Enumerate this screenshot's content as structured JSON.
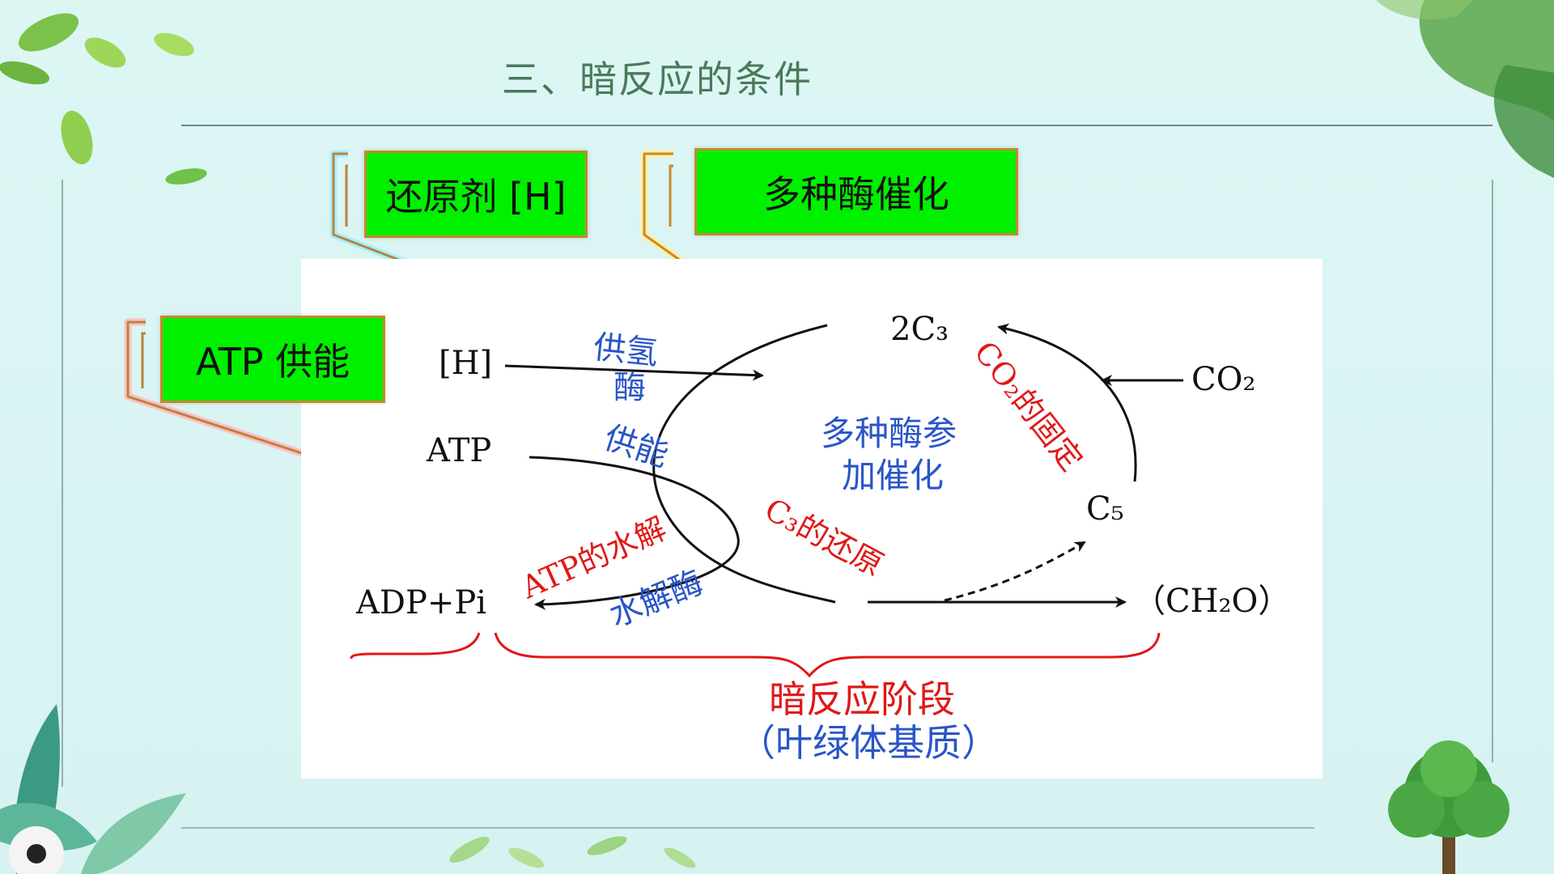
{
  "slide": {
    "title": "三、暗反应的条件"
  },
  "callouts": {
    "reductant": "还原剂 [H]",
    "enzymes": "多种酶催化",
    "atp": "ATP 供能"
  },
  "diagram": {
    "h_label": "[H]",
    "supply_h_line1": "供氢",
    "supply_h_line2": "酶",
    "atp_label": "ATP",
    "supply_energy": "供能",
    "atp_hydrolysis": "ATP的水解",
    "hydrolase": "水解酶",
    "adp_label": "ADP+Pi",
    "c3_label": "2C₃",
    "co2_fixation": "CO₂的固定",
    "co2_label": "CO₂",
    "enzymes_line1": "多种酶参",
    "enzymes_line2": "加催化",
    "c5_label": "C₅",
    "c3_reduction": "C₃的还原",
    "ch2o_label": "（CH₂O）",
    "stage_line1": "暗反应阶段",
    "stage_line2": "（叶绿体基质）"
  },
  "colors": {
    "red": "#e01818",
    "blue": "#2a55c8",
    "green": "#00f000"
  }
}
